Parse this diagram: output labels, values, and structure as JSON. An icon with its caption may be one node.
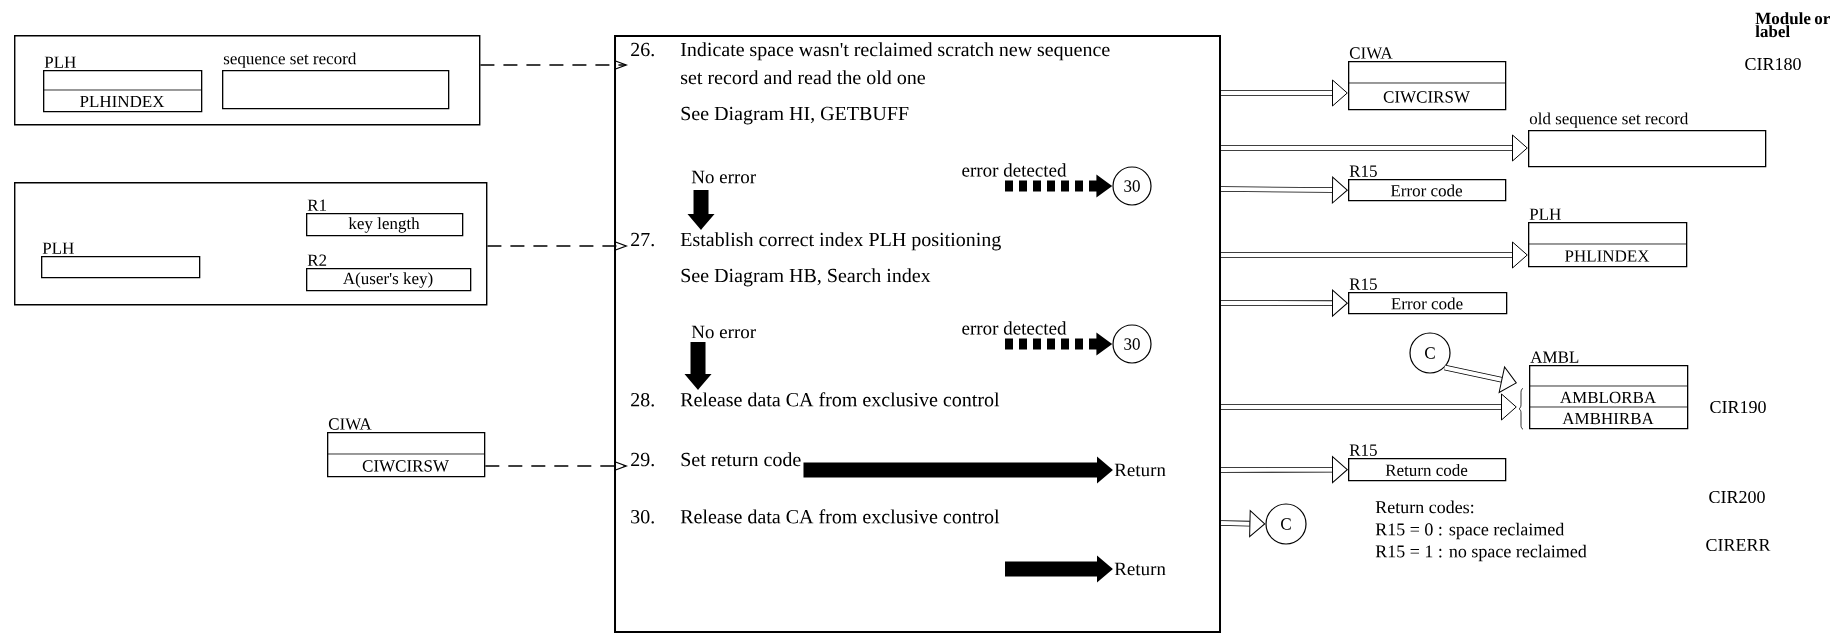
{
  "diagram": {
    "nodes": [
      {
        "text": [],
        "shape": "box"
      },
      {
        "text": [
          "PLH",
          "PLHINDEX"
        ],
        "in": 0
      },
      {
        "text": [
          "sequence set record"
        ],
        "in": 0
      },
      {
        "text": [],
        "shape": "box"
      },
      {
        "text": [
          "PLH"
        ],
        "in": 3
      },
      {
        "text": [
          "R1",
          "key length"
        ],
        "in": 3
      },
      {
        "text": [
          "R2",
          "A(user's key)"
        ],
        "in": 3
      },
      {
        "text": [
          "CIWA",
          "CIWCIRSW"
        ]
      },
      {
        "text": [],
        "shape": "box"
      },
      {
        "text": [
          "26.",
          "Indicate space wasn't reclaimed scratch new sequence set record and read the old one",
          "See Diagram HI, GETBUFF"
        ],
        "in": 8
      },
      {
        "text": [
          "30"
        ],
        "in": 8
      },
      {
        "text": [
          "27.",
          "Establish correct index PLH positioning",
          "See Diagram HB, Search index"
        ],
        "in": 8
      },
      {
        "text": [
          "30"
        ],
        "in": 8
      },
      {
        "text": [
          "28.",
          "Release data CA from exclusive control"
        ],
        "in": 8
      },
      {
        "text": [
          "29.",
          "Set return code"
        ],
        "in": 8
      },
      {
        "text": [
          "Return"
        ],
        "in": 8
      },
      {
        "text": [
          "30.",
          "Release data CA from exclusive control"
        ],
        "in": 8
      },
      {
        "text": [
          "Return"
        ],
        "in": 8
      },
      {
        "text": [
          "CIWA",
          "CIWCIRSW"
        ]
      },
      {
        "text": [
          "old sequence set record"
        ]
      },
      {
        "text": [
          "R15",
          "Error code"
        ]
      },
      {
        "text": [
          "PLH",
          "PHLINDEX"
        ]
      },
      {
        "text": [
          "R15",
          "Error code"
        ]
      },
      {
        "text": [
          "C"
        ]
      },
      {
        "text": [
          "AMBL",
          "AMBLORBA",
          "AMBHIRBA"
        ]
      },
      {
        "text": [
          "R15",
          "Return code"
        ]
      },
      {
        "text": [
          "C"
        ]
      }
    ],
    "edges": [
      {
        "from": 0,
        "to": 9,
        "arrow": "to",
        "style": "dashed"
      },
      {
        "from": 3,
        "to": 11,
        "arrow": "to",
        "style": "dashed"
      },
      {
        "from": 7,
        "to": 14,
        "arrow": "to",
        "style": "dashed"
      },
      {
        "from": null,
        "to": 11,
        "arrow": "to",
        "style": "thick",
        "label": "No error"
      },
      {
        "from": null,
        "to": 10,
        "arrow": "to",
        "style": "dashed",
        "label": "error detected"
      },
      {
        "from": null,
        "to": 13,
        "arrow": "to",
        "style": "thick",
        "label": "No error"
      },
      {
        "from": null,
        "to": 12,
        "arrow": "to",
        "style": "dashed",
        "label": "error detected"
      },
      {
        "from": 14,
        "to": 15,
        "arrow": "to",
        "style": "thick"
      },
      {
        "from": null,
        "to": 17,
        "arrow": "to",
        "style": "thick"
      },
      {
        "from": 8,
        "to": 18,
        "arrow": "to"
      },
      {
        "from": 8,
        "to": 19,
        "arrow": "to"
      },
      {
        "from": 8,
        "to": 20,
        "arrow": "to"
      },
      {
        "from": 8,
        "to": 21,
        "arrow": "to"
      },
      {
        "from": 8,
        "to": 22,
        "arrow": "to"
      },
      {
        "from": 8,
        "to": 24,
        "arrow": "to"
      },
      {
        "from": 23,
        "to": 24,
        "arrow": "to"
      },
      {
        "from": 8,
        "to": 25,
        "arrow": "to"
      },
      {
        "from": 8,
        "to": 26,
        "arrow": "to"
      }
    ],
    "labels": [
      "Module or label",
      "CIR180",
      "CIR190",
      "CIR200",
      "Return codes:",
      "R15 = 0 : space reclaimed",
      "R15 = 1 : no space reclaimed",
      "CIRERR"
    ]
  }
}
